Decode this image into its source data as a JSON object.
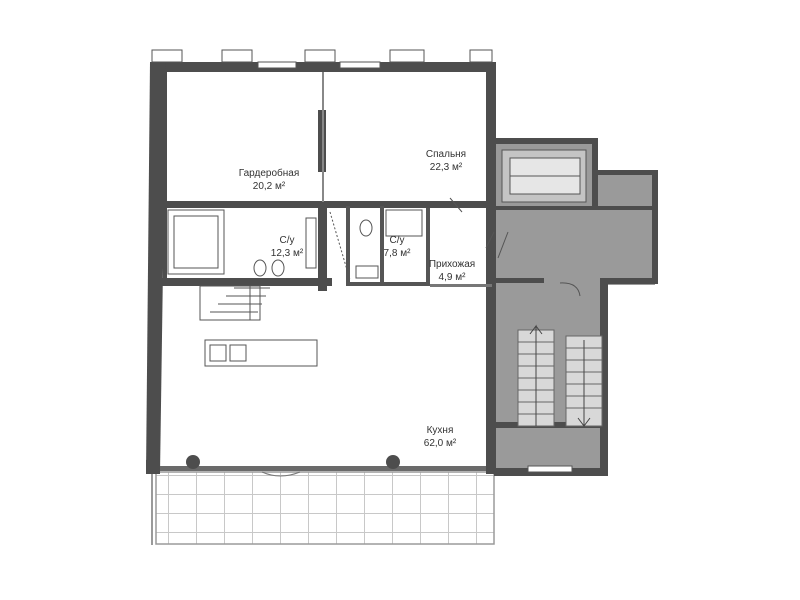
{
  "colors": {
    "wall": "#4d4d4d",
    "service_area": "#9a9a9a",
    "floor": "#ffffff",
    "line": "#555555",
    "terrace_line": "#bdbdbd"
  },
  "rooms": {
    "wardrobe": {
      "name": "Гардеробная",
      "area": "20,2 м²"
    },
    "bedroom": {
      "name": "Спальня",
      "area": "22,3 м²"
    },
    "bathroom_1": {
      "name": "С/у",
      "area": "12,3 м²"
    },
    "bathroom_2": {
      "name": "С/у",
      "area": "7,8 м²"
    },
    "hallway": {
      "name": "Прихожая",
      "area": "4,9 м²"
    },
    "kitchen": {
      "name": "Кухня",
      "area": "62,0 м²"
    }
  }
}
